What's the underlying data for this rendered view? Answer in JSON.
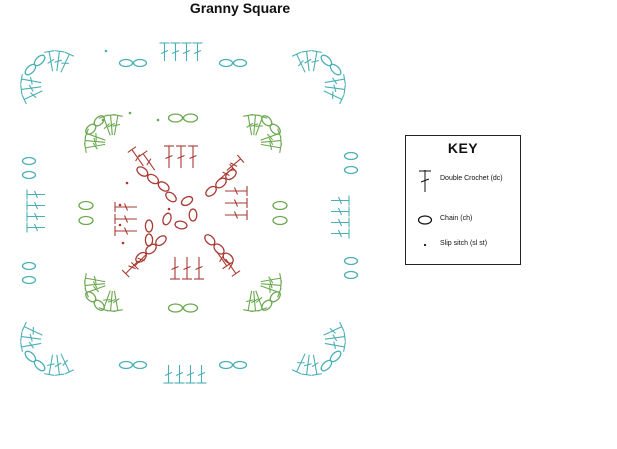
{
  "title": "Granny Square",
  "colors": {
    "round1": "#a83a32",
    "round2": "#6aa84f",
    "round3": "#4ab0b5",
    "ink": "#111111"
  },
  "key": {
    "title": "KEY",
    "items": [
      {
        "symbol": "double-crochet-symbol",
        "label": "Double Crochet (dc)"
      },
      {
        "symbol": "chain-symbol",
        "label": "Chain (ch)"
      },
      {
        "symbol": "slip-stitch-symbol",
        "label": "Slip sitch (sl st)"
      }
    ]
  }
}
